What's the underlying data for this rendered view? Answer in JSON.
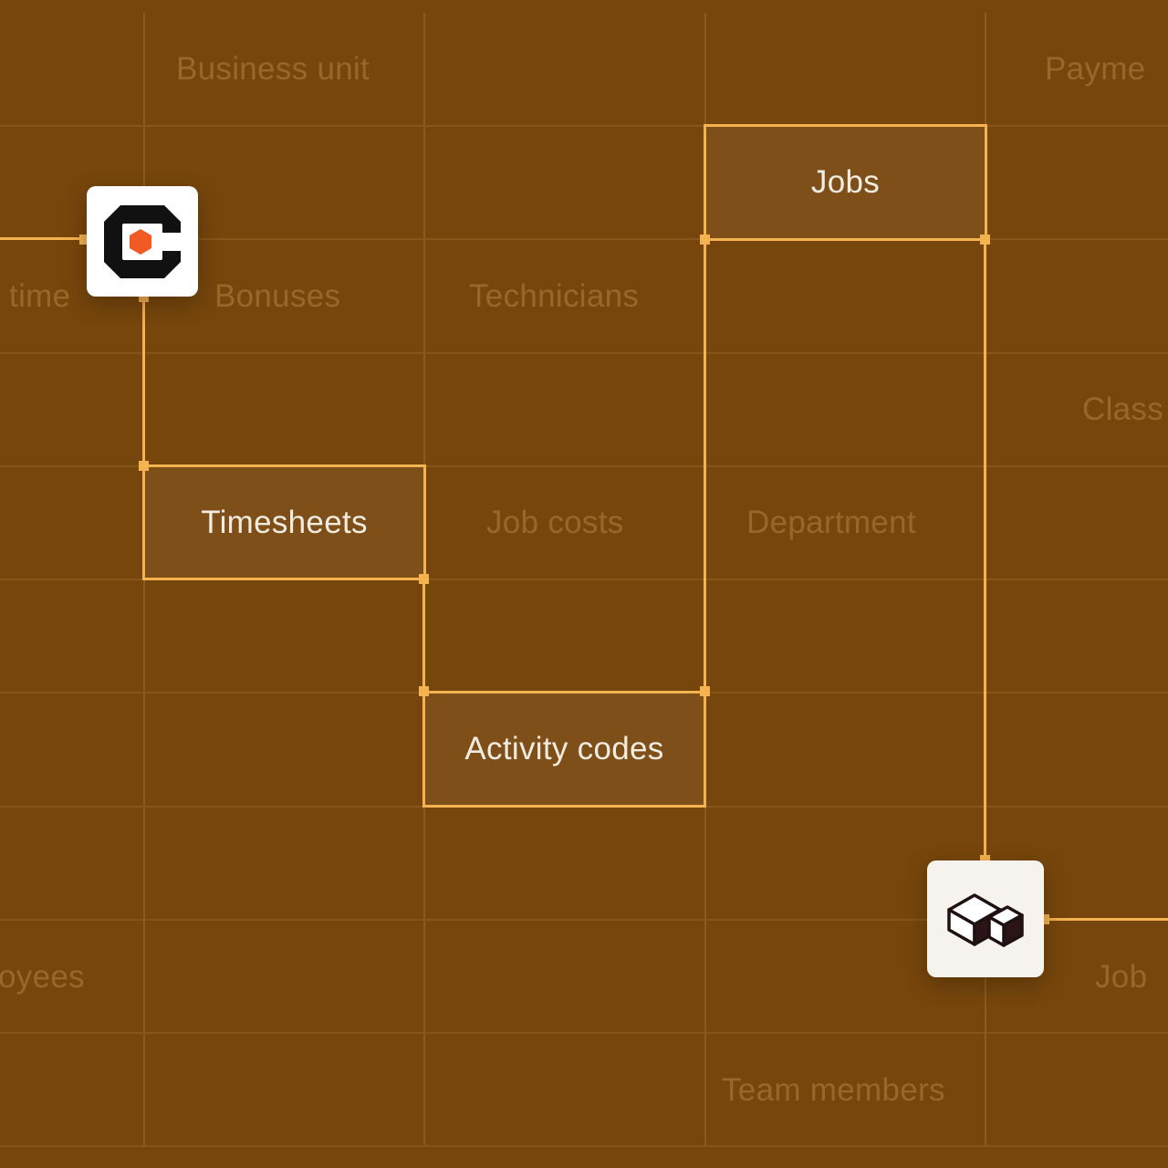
{
  "grid": {
    "faded_labels": {
      "business_unit": "Business unit",
      "payments": "Payme",
      "time": ": time",
      "bonuses": "Bonuses",
      "technicians": "Technicians",
      "classes": "Class",
      "job_costs": "Job costs",
      "department": "Department",
      "employees": "oyees",
      "job": "Job",
      "team_members": "Team members"
    }
  },
  "highlighted": {
    "jobs": "Jobs",
    "timesheets": "Timesheets",
    "activity_codes": "Activity codes"
  },
  "logos": {
    "source": {
      "icon": "c-hexagon-logo-icon",
      "accent": "#f15a22"
    },
    "destination": {
      "icon": "cube-blocks-logo-icon"
    }
  },
  "colors": {
    "background": "#76460c",
    "grid_line": "#8a5a20",
    "faded_text": "#97672c",
    "highlight": "#f5b350",
    "highlight_text": "#f2ebe0"
  }
}
